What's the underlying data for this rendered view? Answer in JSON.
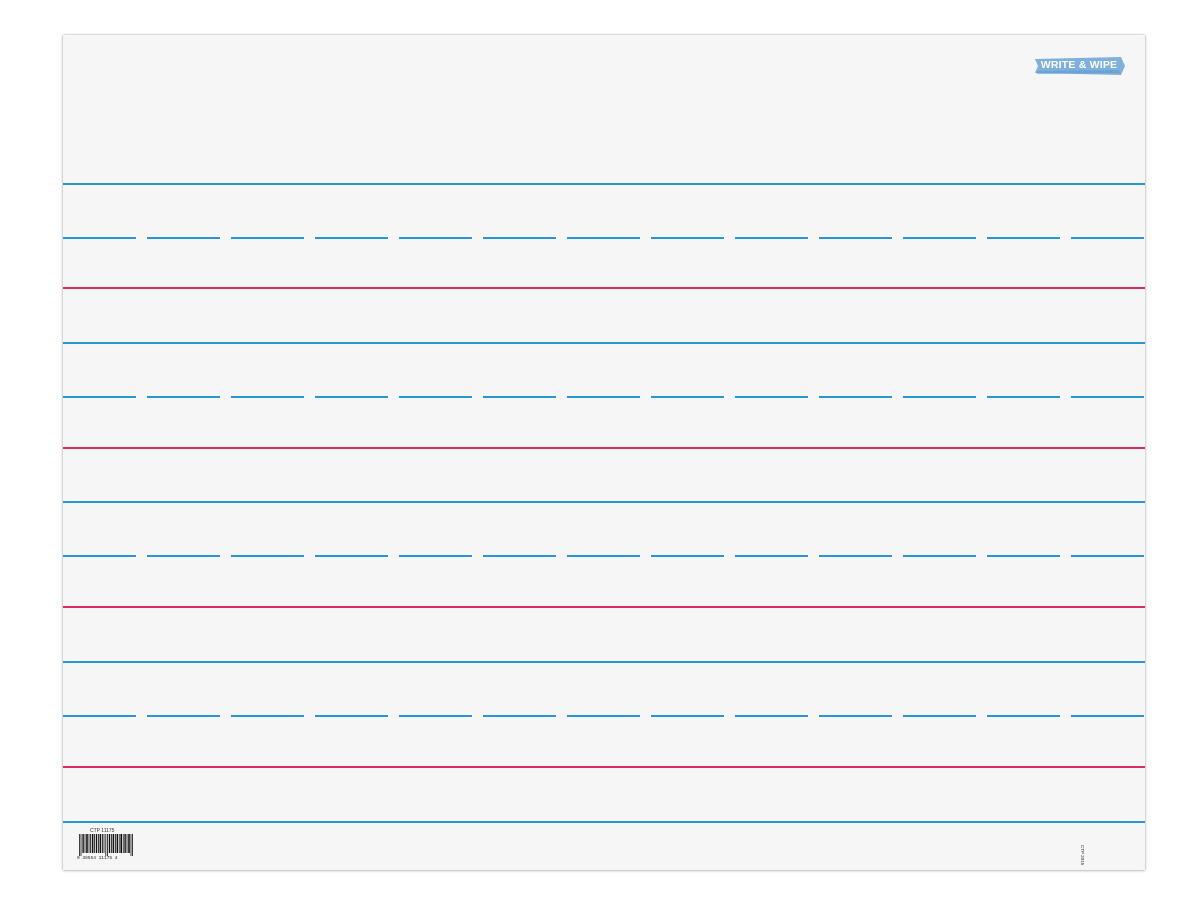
{
  "logo": {
    "text": "WRITE & WIPE",
    "color": "#7fb0dc"
  },
  "product": {
    "code": "CTP 11175",
    "barcode_digits": "0  38554 11175  4",
    "copyright": "CTP 2015"
  },
  "colors": {
    "blue_rule": "#2b95cf",
    "red_rule": "#d92b5c",
    "board": "#f6f6f6"
  },
  "rows": [
    {
      "type": "solid-blue"
    },
    {
      "type": "dashed-blue"
    },
    {
      "type": "solid-red"
    },
    {
      "type": "solid-blue"
    },
    {
      "type": "dashed-blue"
    },
    {
      "type": "solid-red"
    },
    {
      "type": "solid-blue"
    },
    {
      "type": "dashed-blue"
    },
    {
      "type": "solid-red"
    },
    {
      "type": "solid-blue"
    },
    {
      "type": "dashed-blue"
    },
    {
      "type": "solid-red"
    },
    {
      "type": "solid-blue"
    }
  ]
}
